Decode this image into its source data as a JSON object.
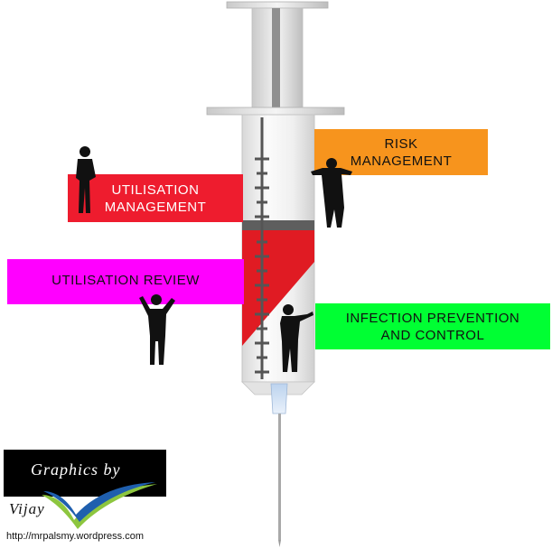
{
  "labels": {
    "utilisation_management": "UTILISATION\nMANAGEMENT",
    "risk_management": "RISK\nMANAGEMENT",
    "utilisation_review": "UTILISATION REVIEW",
    "infection_prevention": "INFECTION PREVENTION\nAND CONTROL"
  },
  "credit": {
    "title": "Graphics by",
    "name": "Vijay",
    "url": "http://mrpalsmy.wordpress.com"
  },
  "colors": {
    "utilisation_management": "#ee1c2e",
    "risk_management": "#f7941d",
    "utilisation_review": "#ff00ff",
    "infection_prevention": "#00ff33",
    "blood": "#e01b23",
    "check_blue": "#1f5fae",
    "check_green": "#8dc63f"
  },
  "icons": [
    "syringe-icon",
    "person-silhouette-icon",
    "checkmark-logo-icon"
  ]
}
